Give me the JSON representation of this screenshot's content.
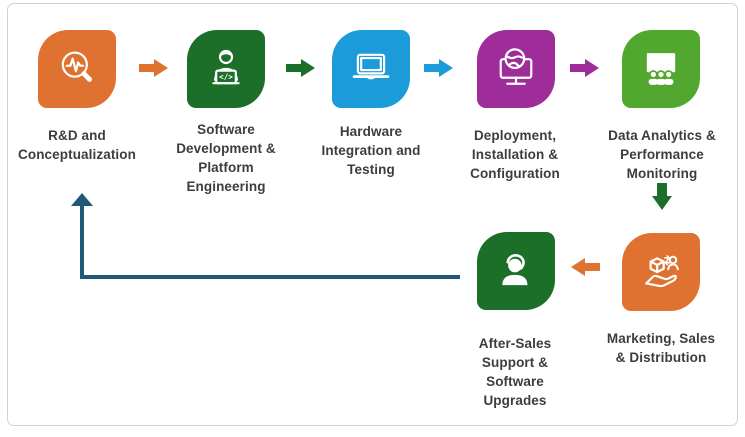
{
  "colors": {
    "orange": "#DF7230",
    "dark_green": "#1B6F28",
    "cyan": "#1B9BD8",
    "purple": "#9E2D9A",
    "light_green": "#52A72E",
    "teal": "#1E5A78",
    "text": "#3D3D3D"
  },
  "diagram": {
    "stages": [
      {
        "id": "rnd",
        "label_lines": [
          "R&D and",
          "Conceptualization"
        ],
        "color": "orange",
        "icon": "research-magnifier-pulse"
      },
      {
        "id": "software-development",
        "label_lines": [
          "Software",
          "Development &",
          "Platform",
          "Engineering"
        ],
        "color": "dark_green",
        "icon": "developer-at-laptop"
      },
      {
        "id": "hardware-integration",
        "label_lines": [
          "Hardware",
          "Integration and",
          "Testing"
        ],
        "color": "cyan",
        "icon": "laptop"
      },
      {
        "id": "deployment",
        "label_lines": [
          "Deployment,",
          "Installation &",
          "Configuration"
        ],
        "color": "purple",
        "icon": "monitor-globe"
      },
      {
        "id": "data-analytics",
        "label_lines": [
          "Data Analytics &",
          "Performance",
          "Monitoring"
        ],
        "color": "light_green",
        "icon": "presentation-audience"
      },
      {
        "id": "marketing",
        "label_lines": [
          "Marketing, Sales",
          "& Distribution"
        ],
        "color": "orange",
        "icon": "hand-box-distribution"
      },
      {
        "id": "after-sales",
        "label_lines": [
          "After-Sales",
          "Support &",
          "Software",
          "Upgrades"
        ],
        "color": "dark_green",
        "icon": "support-headset-person"
      }
    ],
    "connectors": [
      {
        "from": "rnd",
        "to": "software-development",
        "direction": "right",
        "color": "orange"
      },
      {
        "from": "software-development",
        "to": "hardware-integration",
        "direction": "right",
        "color": "dark_green"
      },
      {
        "from": "hardware-integration",
        "to": "deployment",
        "direction": "right",
        "color": "cyan"
      },
      {
        "from": "deployment",
        "to": "data-analytics",
        "direction": "right",
        "color": "purple"
      },
      {
        "from": "data-analytics",
        "to": "marketing",
        "direction": "down",
        "color": "dark_green"
      },
      {
        "from": "marketing",
        "to": "after-sales",
        "direction": "left",
        "color": "orange"
      },
      {
        "from": "after-sales",
        "to": "rnd",
        "direction": "elbow-up",
        "color": "teal"
      }
    ]
  },
  "icon_glyphs": {
    "code": "</>"
  }
}
